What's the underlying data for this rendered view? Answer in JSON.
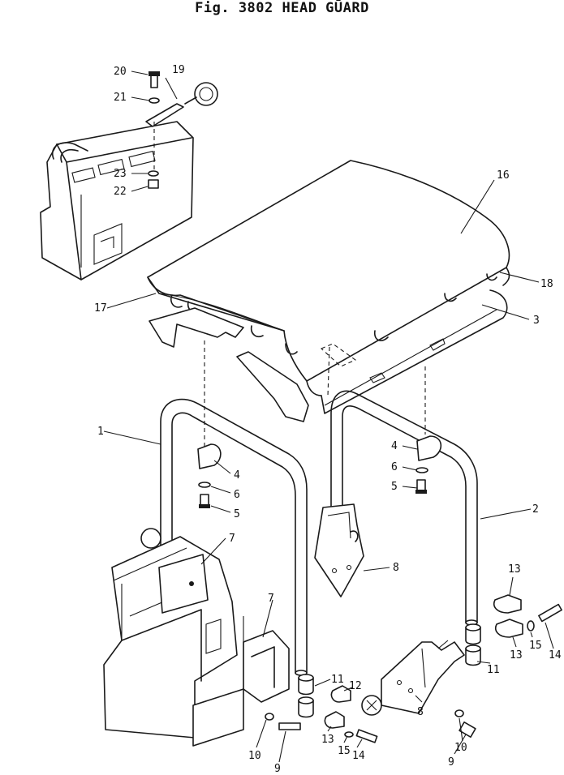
{
  "title": "Fig. 3802 HEAD GŪARD",
  "callouts": {
    "c1": "1",
    "c2": "2",
    "c3": "3",
    "c4a": "4",
    "c4b": "4",
    "c5a": "5",
    "c5b": "5",
    "c6a": "6",
    "c6b": "6",
    "c7a": "7",
    "c7b": "7",
    "c8a": "8",
    "c8b": "8",
    "c9a": "9",
    "c9b": "9",
    "c10a": "10",
    "c10b": "10",
    "c11a": "11",
    "c11b": "11",
    "c12": "12",
    "c13a": "13",
    "c13b": "13",
    "c13c": "13",
    "c14a": "14",
    "c14b": "14",
    "c15a": "15",
    "c15b": "15",
    "c16": "16",
    "c17": "17",
    "c18": "18",
    "c19": "19",
    "c20": "20",
    "c21": "21",
    "c22": "22",
    "c23": "23"
  }
}
